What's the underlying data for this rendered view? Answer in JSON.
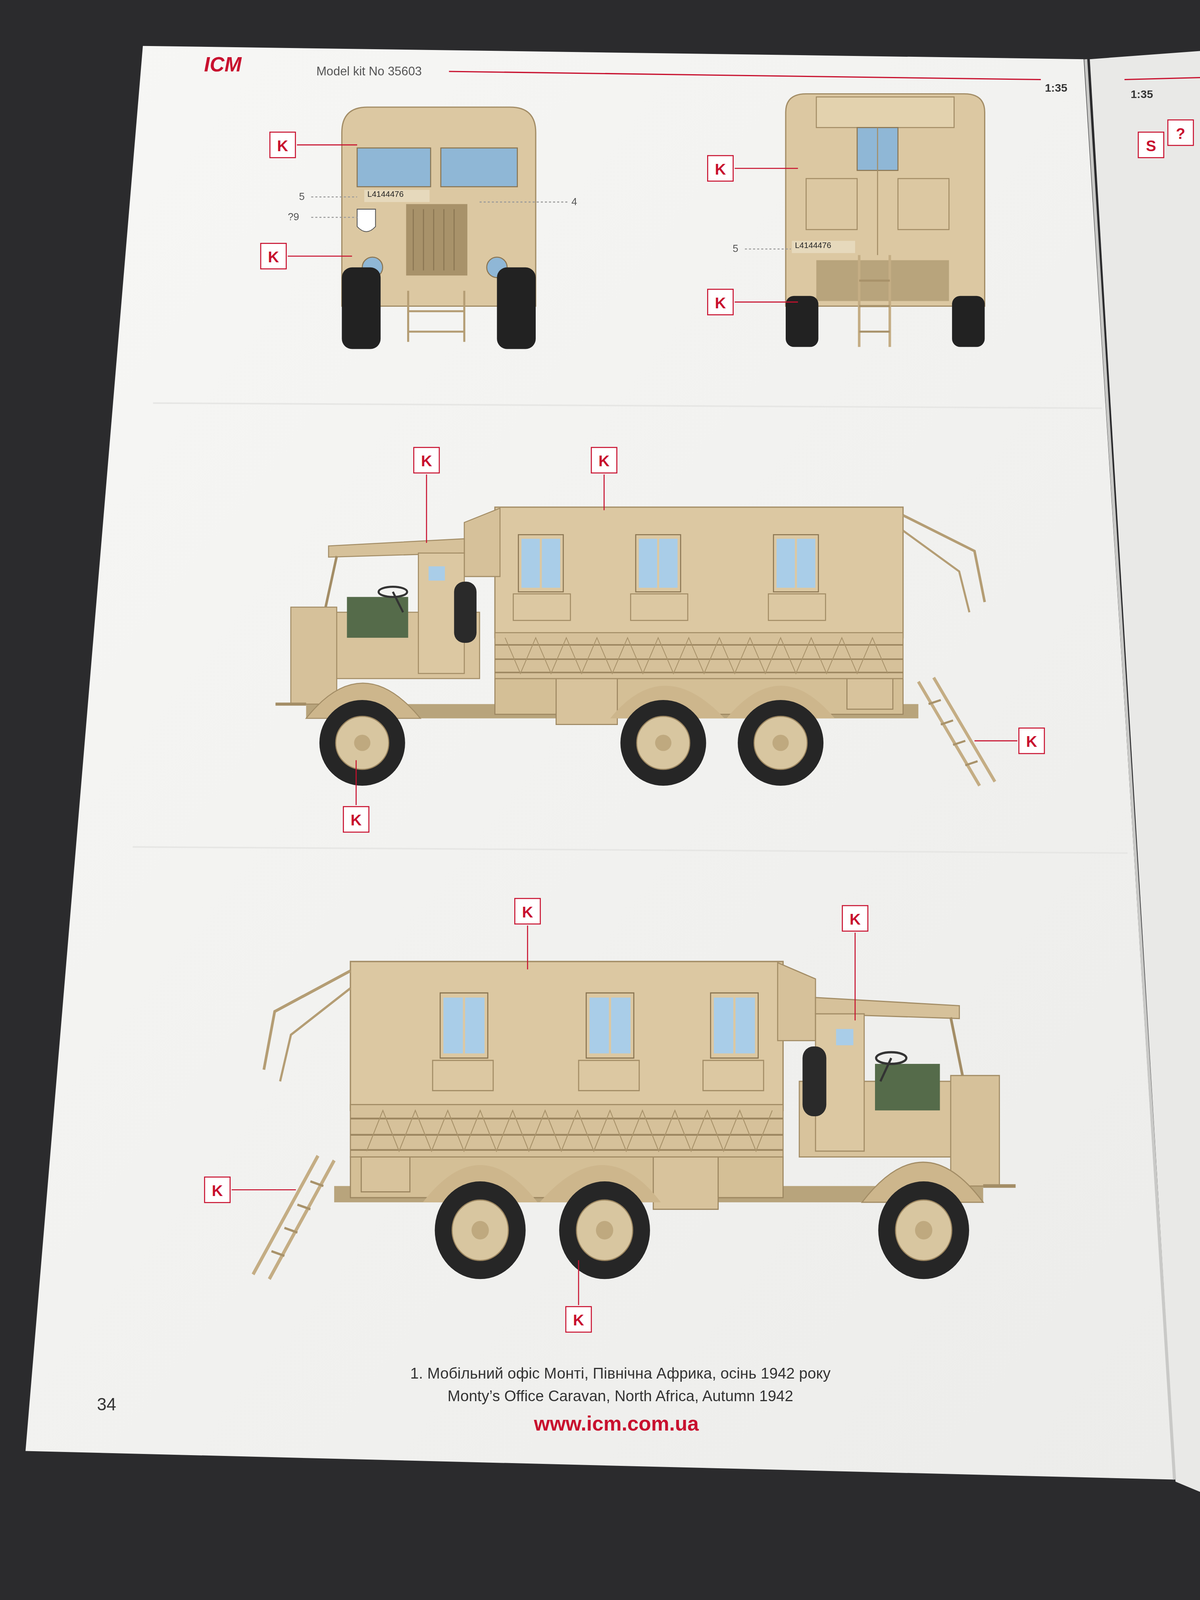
{
  "diagram": {
    "caption": "1. Мобільний офіс Монті, Північна Африка, осінь 1942 року",
    "nodes": [
      {
        "text": [
          "K"
        ]
      },
      {
        "text": [
          "K"
        ]
      },
      {
        "text": [
          "K"
        ]
      },
      {
        "text": [
          "K"
        ]
      },
      {
        "text": [
          "K"
        ]
      },
      {
        "text": [
          "K"
        ]
      },
      {
        "text": [
          "K"
        ]
      },
      {
        "text": [
          "K"
        ]
      },
      {
        "text": [
          "K"
        ]
      },
      {
        "text": [
          "K"
        ]
      },
      {
        "text": [
          "K"
        ]
      },
      {
        "text": [
          "K"
        ]
      },
      {
        "text": [
          "S"
        ]
      },
      {
        "text": [
          "?"
        ]
      }
    ],
    "labels": [
      "ICM",
      "Model kit No 35603",
      "1:35",
      "1:35",
      "5",
      "?9",
      "4",
      "L4144476",
      "5",
      "L4144476",
      "Monty’s Office Caravan, North Africa, Autumn 1942",
      "www.icm.com.ua",
      "34"
    ]
  }
}
